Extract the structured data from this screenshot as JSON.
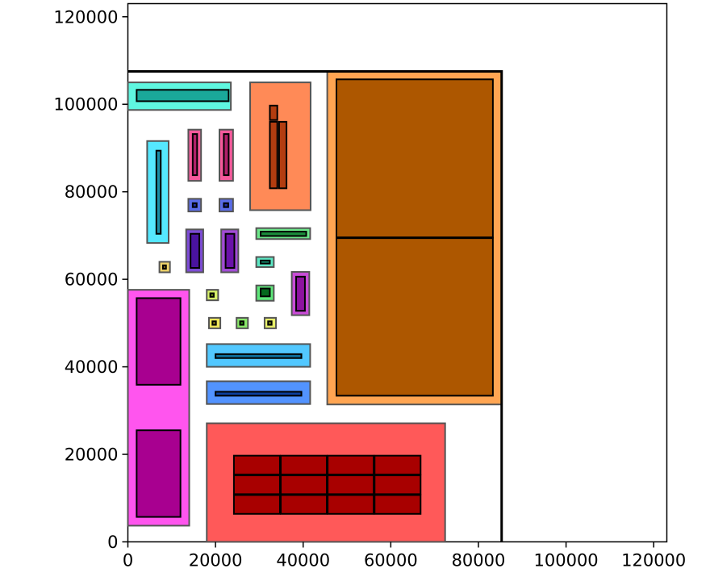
{
  "chart_data": {
    "type": "floorplan",
    "xlim": [
      0,
      123000
    ],
    "ylim": [
      0,
      123000
    ],
    "x_ticks": [
      0,
      20000,
      40000,
      60000,
      80000,
      100000,
      120000
    ],
    "y_ticks": [
      0,
      20000,
      40000,
      60000,
      80000,
      100000,
      120000
    ],
    "x_tick_labels": [
      "0",
      "20000",
      "40000",
      "60000",
      "80000",
      "100000",
      "120000"
    ],
    "y_tick_labels": [
      "0",
      "20000",
      "40000",
      "60000",
      "80000",
      "100000",
      "120000"
    ],
    "boundary": [
      [
        0,
        107500
      ],
      [
        85300,
        107500
      ],
      [
        85300,
        0
      ]
    ],
    "rects": [
      {
        "name": "region-cyan-top-left",
        "x": 0,
        "y": 98700,
        "w": 23500,
        "h": 6300,
        "fill": "#5ff7e0",
        "stroke": "#555555"
      },
      {
        "name": "part-cyan-top-left-bar",
        "x": 2000,
        "y": 100700,
        "w": 21000,
        "h": 2600,
        "fill": "#1aa89a",
        "stroke": "#000000"
      },
      {
        "name": "region-orange-small",
        "x": 27900,
        "y": 75800,
        "w": 13800,
        "h": 29200,
        "fill": "#ff8a57",
        "stroke": "#555555"
      },
      {
        "name": "part-orange-small-square",
        "x": 32400,
        "y": 96400,
        "w": 1700,
        "h": 3300,
        "fill": "#b33d10",
        "stroke": "#000000"
      },
      {
        "name": "part-orange-small-bar-a",
        "x": 32400,
        "y": 80800,
        "w": 1700,
        "h": 15200,
        "fill": "#b33d10",
        "stroke": "#000000"
      },
      {
        "name": "part-orange-small-bar-b",
        "x": 34500,
        "y": 80800,
        "w": 1700,
        "h": 15200,
        "fill": "#b33d10",
        "stroke": "#000000"
      },
      {
        "name": "region-orange-large",
        "x": 45500,
        "y": 31400,
        "w": 39800,
        "h": 76100,
        "fill": "#ffa552",
        "stroke": "#555555"
      },
      {
        "name": "part-orange-large-top",
        "x": 47600,
        "y": 69500,
        "w": 35700,
        "h": 36200,
        "fill": "#ad5700",
        "stroke": "#000000"
      },
      {
        "name": "part-orange-large-bottom",
        "x": 47600,
        "y": 33400,
        "w": 35700,
        "h": 36100,
        "fill": "#ad5700",
        "stroke": "#000000"
      },
      {
        "name": "region-cyan-vertical",
        "x": 4400,
        "y": 68300,
        "w": 4900,
        "h": 23300,
        "fill": "#55e8ff",
        "stroke": "#555555"
      },
      {
        "name": "part-cyan-vertical-bar",
        "x": 6500,
        "y": 70400,
        "w": 1000,
        "h": 19000,
        "fill": "#1b8fa8",
        "stroke": "#000000"
      },
      {
        "name": "region-pink-bar-a",
        "x": 13800,
        "y": 82500,
        "w": 2900,
        "h": 11700,
        "fill": "#f55a9c",
        "stroke": "#555555"
      },
      {
        "name": "part-pink-bar-a",
        "x": 14800,
        "y": 83800,
        "w": 1000,
        "h": 9400,
        "fill": "#b0206a",
        "stroke": "#000000"
      },
      {
        "name": "region-pink-bar-b",
        "x": 20900,
        "y": 82500,
        "w": 3100,
        "h": 11700,
        "fill": "#f55a9c",
        "stroke": "#555555"
      },
      {
        "name": "part-pink-bar-b",
        "x": 21900,
        "y": 83800,
        "w": 1100,
        "h": 9400,
        "fill": "#b0206a",
        "stroke": "#000000"
      },
      {
        "name": "region-blue-small-a",
        "x": 13800,
        "y": 75500,
        "w": 2900,
        "h": 2900,
        "fill": "#5a6ce8",
        "stroke": "#555555"
      },
      {
        "name": "part-blue-small-a",
        "x": 14800,
        "y": 76500,
        "w": 900,
        "h": 900,
        "fill": "#1f2aa0",
        "stroke": "#000000"
      },
      {
        "name": "region-blue-small-b",
        "x": 20900,
        "y": 75500,
        "w": 3100,
        "h": 2900,
        "fill": "#5a6ce8",
        "stroke": "#555555"
      },
      {
        "name": "part-blue-small-b",
        "x": 21900,
        "y": 76500,
        "w": 1000,
        "h": 900,
        "fill": "#1f2aa0",
        "stroke": "#000000"
      },
      {
        "name": "region-purple-a",
        "x": 13300,
        "y": 61600,
        "w": 3900,
        "h": 9800,
        "fill": "#7d4cd6",
        "stroke": "#555555"
      },
      {
        "name": "part-purple-a",
        "x": 14300,
        "y": 62600,
        "w": 2000,
        "h": 7800,
        "fill": "#4a139f",
        "stroke": "#000000"
      },
      {
        "name": "region-purple-b",
        "x": 21300,
        "y": 61600,
        "w": 3900,
        "h": 9800,
        "fill": "#a24cd6",
        "stroke": "#555555"
      },
      {
        "name": "part-purple-b",
        "x": 22300,
        "y": 62600,
        "w": 2000,
        "h": 7800,
        "fill": "#6a12a8",
        "stroke": "#000000"
      },
      {
        "name": "region-green-bar",
        "x": 29300,
        "y": 69200,
        "w": 12300,
        "h": 2500,
        "fill": "#6ce88a",
        "stroke": "#555555"
      },
      {
        "name": "part-green-bar",
        "x": 30300,
        "y": 69900,
        "w": 10400,
        "h": 1000,
        "fill": "#1a8a3a",
        "stroke": "#000000"
      },
      {
        "name": "region-teal-small",
        "x": 29300,
        "y": 62800,
        "w": 4000,
        "h": 2300,
        "fill": "#5ce8c4",
        "stroke": "#555555"
      },
      {
        "name": "part-teal-small",
        "x": 30300,
        "y": 63600,
        "w": 2100,
        "h": 700,
        "fill": "#138a6a",
        "stroke": "#000000"
      },
      {
        "name": "region-green-square",
        "x": 29300,
        "y": 55100,
        "w": 4000,
        "h": 3500,
        "fill": "#5ee87a",
        "stroke": "#555555"
      },
      {
        "name": "part-green-square",
        "x": 30300,
        "y": 56100,
        "w": 2100,
        "h": 1800,
        "fill": "#05691e",
        "stroke": "#000000"
      },
      {
        "name": "region-magenta-bar",
        "x": 37400,
        "y": 51800,
        "w": 4000,
        "h": 9900,
        "fill": "#c84cd6",
        "stroke": "#555555"
      },
      {
        "name": "part-magenta-bar",
        "x": 38400,
        "y": 52800,
        "w": 2000,
        "h": 7800,
        "fill": "#8e12a0",
        "stroke": "#000000"
      },
      {
        "name": "region-yellow-a",
        "x": 7200,
        "y": 61600,
        "w": 2400,
        "h": 2400,
        "fill": "#f0d46a",
        "stroke": "#555555"
      },
      {
        "name": "part-yellow-a",
        "x": 8000,
        "y": 62400,
        "w": 700,
        "h": 800,
        "fill": "#8a6a10",
        "stroke": "#000000"
      },
      {
        "name": "region-yellow-b",
        "x": 18000,
        "y": 55200,
        "w": 2600,
        "h": 2400,
        "fill": "#d6f06a",
        "stroke": "#555555"
      },
      {
        "name": "part-yellow-b",
        "x": 18800,
        "y": 56000,
        "w": 800,
        "h": 800,
        "fill": "#6a8a10",
        "stroke": "#000000"
      },
      {
        "name": "region-yellow-c",
        "x": 18500,
        "y": 48800,
        "w": 2600,
        "h": 2400,
        "fill": "#f0e85a",
        "stroke": "#555555"
      },
      {
        "name": "part-yellow-c",
        "x": 19300,
        "y": 49600,
        "w": 800,
        "h": 800,
        "fill": "#8a8010",
        "stroke": "#000000"
      },
      {
        "name": "region-green-c",
        "x": 24800,
        "y": 48800,
        "w": 2600,
        "h": 2400,
        "fill": "#8ae86a",
        "stroke": "#555555"
      },
      {
        "name": "part-green-c",
        "x": 25600,
        "y": 49600,
        "w": 800,
        "h": 800,
        "fill": "#2a8a10",
        "stroke": "#000000"
      },
      {
        "name": "region-yellow-d",
        "x": 31200,
        "y": 48800,
        "w": 2600,
        "h": 2400,
        "fill": "#e8f06a",
        "stroke": "#555555"
      },
      {
        "name": "part-yellow-d",
        "x": 32000,
        "y": 49600,
        "w": 800,
        "h": 800,
        "fill": "#7a8a10",
        "stroke": "#000000"
      },
      {
        "name": "region-sky-bar",
        "x": 18000,
        "y": 40000,
        "w": 23600,
        "h": 5200,
        "fill": "#52c8ff",
        "stroke": "#555555"
      },
      {
        "name": "part-sky-bar",
        "x": 20000,
        "y": 42000,
        "w": 19600,
        "h": 900,
        "fill": "#0d6e9c",
        "stroke": "#000000"
      },
      {
        "name": "region-blue-bar",
        "x": 18000,
        "y": 31500,
        "w": 23600,
        "h": 5200,
        "fill": "#5293ff",
        "stroke": "#555555"
      },
      {
        "name": "part-blue-bar",
        "x": 20000,
        "y": 33400,
        "w": 19600,
        "h": 900,
        "fill": "#0d3e9c",
        "stroke": "#000000"
      },
      {
        "name": "region-magenta-large",
        "x": 0,
        "y": 3700,
        "w": 14000,
        "h": 53900,
        "fill": "#ff55ee",
        "stroke": "#555555"
      },
      {
        "name": "part-magenta-large-top",
        "x": 2000,
        "y": 35900,
        "w": 10000,
        "h": 19800,
        "fill": "#a80090",
        "stroke": "#000000"
      },
      {
        "name": "part-magenta-large-bottom",
        "x": 2000,
        "y": 5700,
        "w": 10000,
        "h": 19800,
        "fill": "#a80090",
        "stroke": "#000000"
      },
      {
        "name": "region-red-large",
        "x": 18000,
        "y": 0,
        "w": 54400,
        "h": 27100,
        "fill": "#ff5959",
        "stroke": "#555555"
      }
    ],
    "red_grid": {
      "x0": 24200,
      "y0": 6400,
      "cols": 4,
      "rows": 3,
      "cell_w": 10500,
      "cell_h": 4300,
      "gap": 200,
      "fill": "#a80000",
      "stroke": "#000000"
    },
    "orange_divider_y": 69500
  }
}
